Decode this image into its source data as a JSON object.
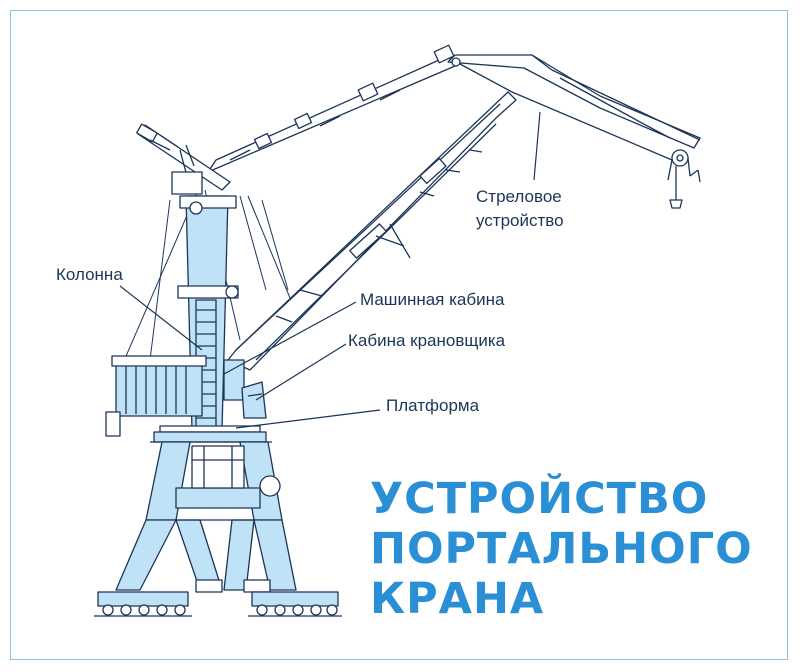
{
  "labels": {
    "boom": [
      "Стреловое",
      "устройство"
    ],
    "column": "Колонна",
    "machine_cabin": "Машинная кабина",
    "operator_cabin": "Кабина крановщика",
    "platform": "Платформа"
  },
  "title_lines": [
    "УСТРОЙСТВО",
    "ПОРТАЛЬНОГО",
    "КРАНА"
  ],
  "colors": {
    "frame": "#8ec3df",
    "line": "#1c3557",
    "fill": "#bfe2f6",
    "title": "#2a8fd4",
    "label": "#1c3557"
  }
}
